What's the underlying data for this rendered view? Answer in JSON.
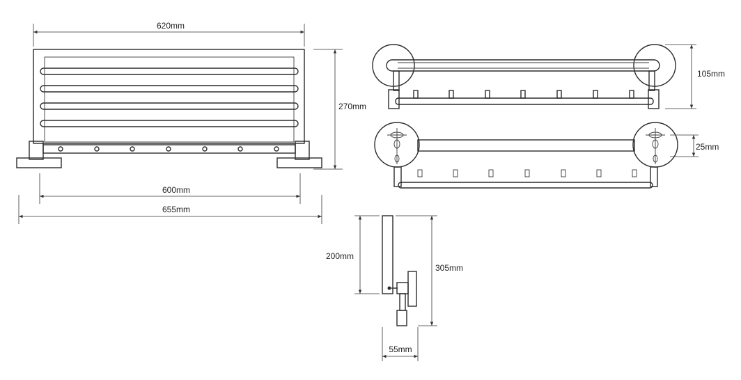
{
  "dimensions": {
    "front_width_top": "620mm",
    "front_height": "270mm",
    "front_inner_width": "600mm",
    "front_total_width": "655mm",
    "top_view_depth": "105mm",
    "rear_view_mount": "25mm",
    "side_height_upper": "200mm",
    "side_height_total": "305mm",
    "side_width": "55mm"
  },
  "colors": {
    "line": "#2b2b2b",
    "background": "#ffffff"
  }
}
